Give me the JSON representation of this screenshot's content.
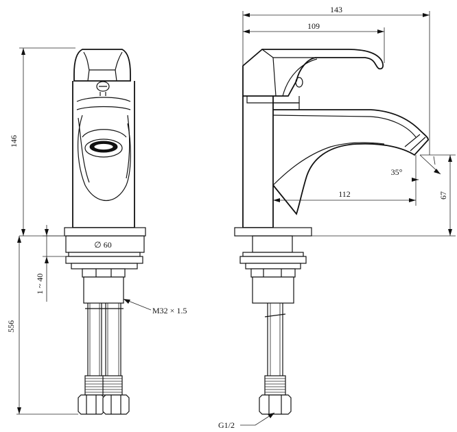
{
  "dimensions": {
    "front_height": "146",
    "base_diameter": "∅ 60",
    "thickness_range": "1 ~ 40",
    "hose_length": "556",
    "thread_spec": "M32 × 1.5",
    "overall_width": "143",
    "lever_width": "109",
    "spout_angle": "35°",
    "spout_reach": "112",
    "spout_height": "67",
    "connector_thread": "G1/2"
  }
}
